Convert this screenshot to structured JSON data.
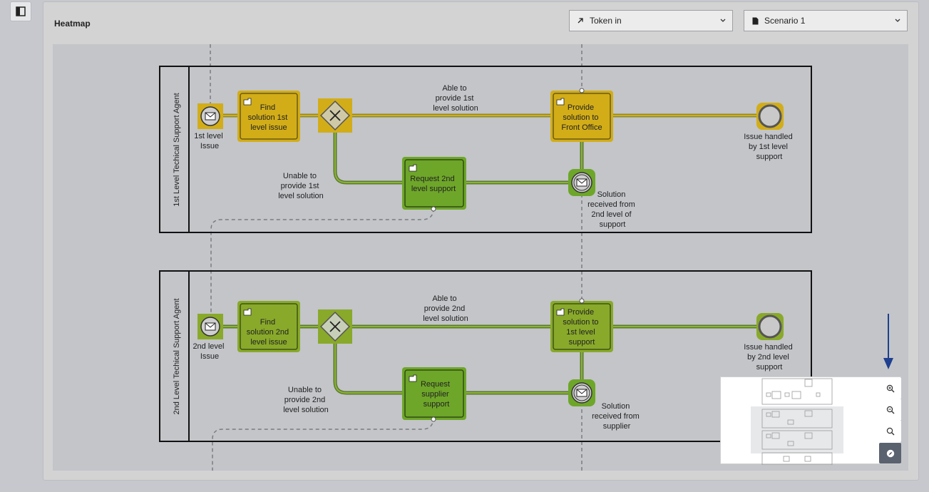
{
  "header": {
    "title": "Heatmap",
    "metric_dropdown": {
      "value": "Token in",
      "icon": "arrow-up-right-icon"
    },
    "scenario_dropdown": {
      "value": "Scenario 1",
      "icon": "document-icon"
    }
  },
  "colors": {
    "hot": "#d2ad18",
    "warm": "#89a92a",
    "cool": "#6ea629",
    "lane_border": "#111111",
    "path_fill": "#8aa63a"
  },
  "diagram": {
    "lane1": {
      "name": "1st Level Techical Support Agent",
      "start_event": [
        "1st level",
        "Issue"
      ],
      "task_find": [
        "Find",
        "solution 1st",
        "level issue"
      ],
      "flow_able": [
        "Able to",
        "provide  1st",
        "level solution"
      ],
      "task_provide": [
        "Provide",
        "solution to",
        "Front Office"
      ],
      "end_event": [
        "Issue handled",
        "by 1st level",
        "support"
      ],
      "flow_unable": [
        "Unable to",
        "provide 1st",
        "level solution"
      ],
      "task_request": [
        "Request 2nd",
        "level support"
      ],
      "catch_event": [
        "Solution",
        "received from",
        "2nd level of",
        "support"
      ]
    },
    "lane2": {
      "name": "2nd Level Techical Support Agent",
      "start_event": [
        "2nd level",
        "Issue"
      ],
      "task_find": [
        "Find",
        "solution 2nd",
        "level issue"
      ],
      "flow_able": [
        "Able to",
        "provide  2nd",
        "level solution"
      ],
      "task_provide": [
        "Provide",
        "solution to",
        "1st level",
        "support"
      ],
      "end_event": [
        "Issue handled",
        "by  2nd level",
        "support"
      ],
      "flow_unable": [
        "Unable to",
        "provide 2nd",
        "level solution"
      ],
      "task_request": [
        "Request",
        "supplier",
        "support"
      ],
      "catch_event": [
        "Solution",
        "received from",
        "supplier"
      ]
    }
  },
  "minimap_controls": [
    {
      "name": "zoom-in-icon"
    },
    {
      "name": "zoom-out-icon"
    },
    {
      "name": "zoom-reset-icon"
    },
    {
      "name": "compass-icon",
      "active": true
    }
  ]
}
